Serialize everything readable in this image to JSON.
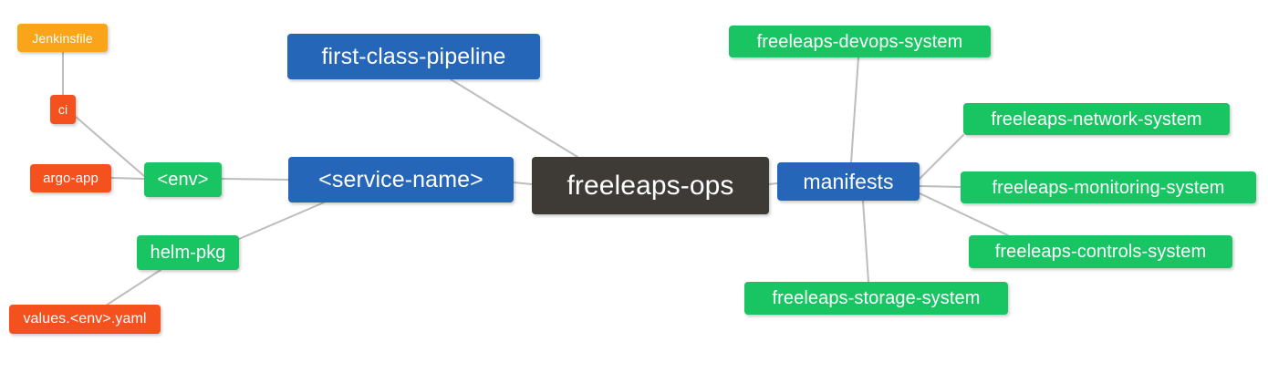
{
  "diagram": {
    "type": "mindmap",
    "title": "freeleaps-ops",
    "background": "#ffffff",
    "edge_color": "#bdbdbd",
    "palette": {
      "root": "#3e3a36",
      "blue": "#2566b8",
      "green": "#19c463",
      "red": "#f4511e",
      "orange": "#faa41a",
      "text": "#ffffff"
    }
  },
  "nodes": {
    "root": {
      "label": "freeleaps-ops"
    },
    "first_class_pipeline": {
      "label": "first-class-pipeline"
    },
    "service_name": {
      "label": "<service-name>"
    },
    "manifests": {
      "label": "manifests"
    },
    "env": {
      "label": "<env>"
    },
    "helm_pkg": {
      "label": "helm-pkg"
    },
    "jenkinsfile": {
      "label": "Jenkinsfile"
    },
    "ci": {
      "label": "ci"
    },
    "argo_app": {
      "label": "argo-app"
    },
    "values_yaml": {
      "label": "values.<env>.yaml"
    },
    "devops_system": {
      "label": "freeleaps-devops-system"
    },
    "network_system": {
      "label": "freeleaps-network-system"
    },
    "monitoring_system": {
      "label": "freeleaps-monitoring-system"
    },
    "controls_system": {
      "label": "freeleaps-controls-system"
    },
    "storage_system": {
      "label": "freeleaps-storage-system"
    }
  },
  "edges": [
    {
      "from": "root",
      "to": "first_class_pipeline"
    },
    {
      "from": "root",
      "to": "service_name"
    },
    {
      "from": "root",
      "to": "manifests"
    },
    {
      "from": "service_name",
      "to": "env"
    },
    {
      "from": "service_name",
      "to": "helm_pkg"
    },
    {
      "from": "env",
      "to": "ci"
    },
    {
      "from": "env",
      "to": "argo_app"
    },
    {
      "from": "ci",
      "to": "jenkinsfile"
    },
    {
      "from": "helm_pkg",
      "to": "values_yaml"
    },
    {
      "from": "manifests",
      "to": "devops_system"
    },
    {
      "from": "manifests",
      "to": "network_system"
    },
    {
      "from": "manifests",
      "to": "monitoring_system"
    },
    {
      "from": "manifests",
      "to": "controls_system"
    },
    {
      "from": "manifests",
      "to": "storage_system"
    }
  ]
}
